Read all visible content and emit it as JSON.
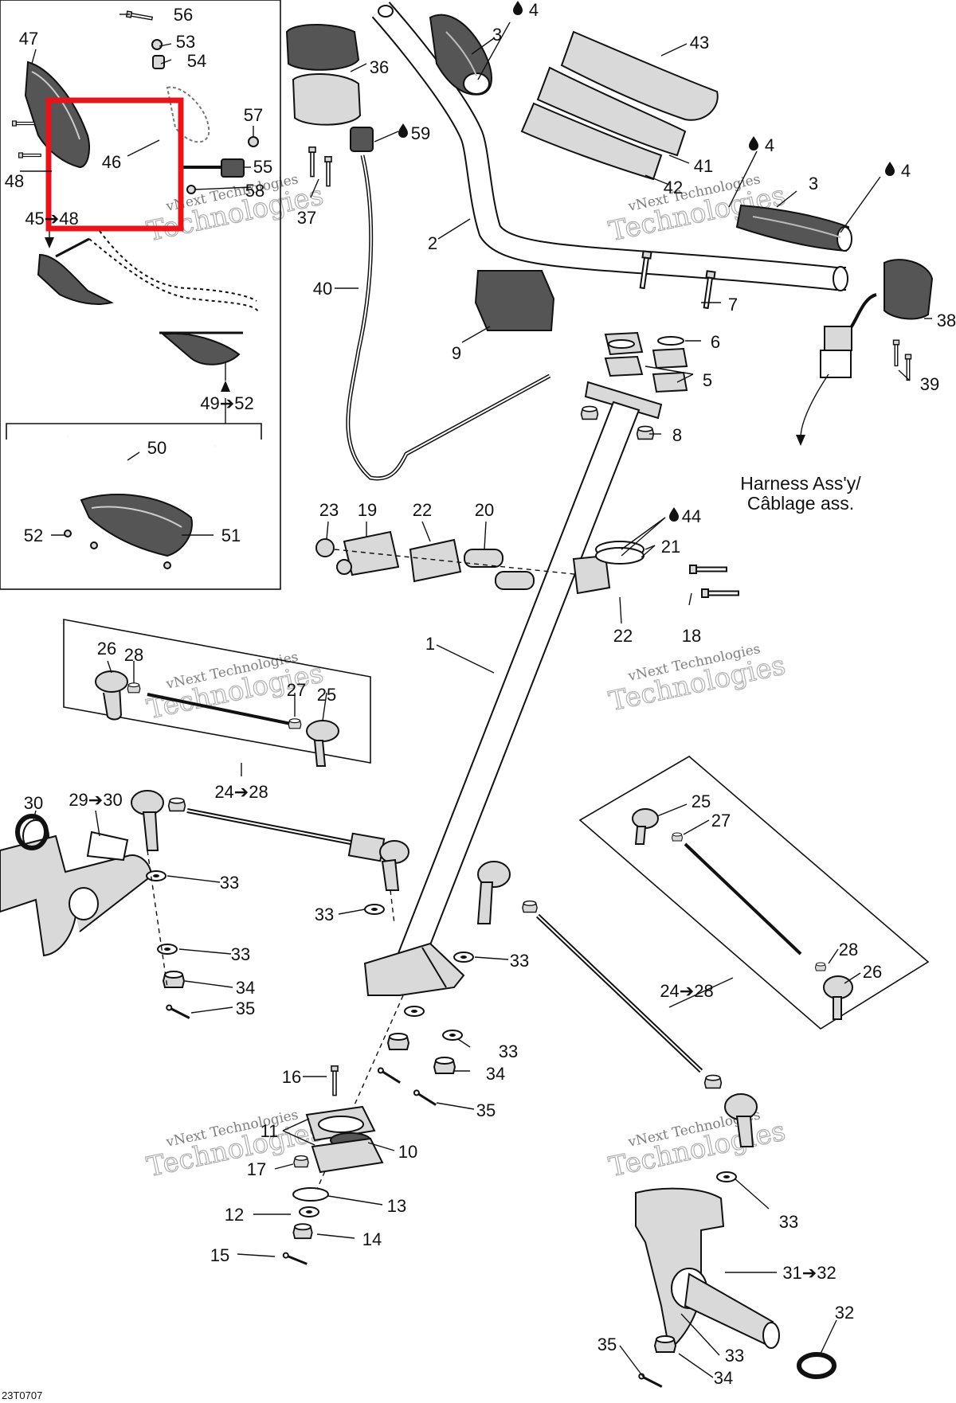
{
  "diagram_code": "23T0707",
  "highlight_color": "#e8141c",
  "ink_color": "#111111",
  "watermark_text_top": "vNext Technologies",
  "watermark_text_big": "Technologies",
  "harness_note": {
    "line1": "Harness Ass'y/",
    "line2": "Câblage ass."
  },
  "callouts": [
    {
      "id": "56",
      "text": "56"
    },
    {
      "id": "53",
      "text": "53"
    },
    {
      "id": "54",
      "text": "54"
    },
    {
      "id": "47",
      "text": "47"
    },
    {
      "id": "57",
      "text": "57"
    },
    {
      "id": "46",
      "text": "46"
    },
    {
      "id": "55",
      "text": "55"
    },
    {
      "id": "58",
      "text": "58"
    },
    {
      "id": "48",
      "text": "48"
    },
    {
      "id": "45-48",
      "text": "45➔48"
    },
    {
      "id": "49-52",
      "text": "49➔52"
    },
    {
      "id": "50",
      "text": "50"
    },
    {
      "id": "52",
      "text": "52"
    },
    {
      "id": "51",
      "text": "51"
    },
    {
      "id": "36",
      "text": "36"
    },
    {
      "id": "37",
      "text": "37"
    },
    {
      "id": "59",
      "text": "59"
    },
    {
      "id": "40",
      "text": "40"
    },
    {
      "id": "3a",
      "text": "3"
    },
    {
      "id": "4a",
      "text": "4"
    },
    {
      "id": "43",
      "text": "43"
    },
    {
      "id": "41",
      "text": "41"
    },
    {
      "id": "42",
      "text": "42"
    },
    {
      "id": "4b",
      "text": "4"
    },
    {
      "id": "3b",
      "text": "3"
    },
    {
      "id": "4c",
      "text": "4"
    },
    {
      "id": "2",
      "text": "2"
    },
    {
      "id": "7",
      "text": "7"
    },
    {
      "id": "38",
      "text": "38"
    },
    {
      "id": "9",
      "text": "9"
    },
    {
      "id": "6",
      "text": "6"
    },
    {
      "id": "5",
      "text": "5"
    },
    {
      "id": "39",
      "text": "39"
    },
    {
      "id": "8",
      "text": "8"
    },
    {
      "id": "44",
      "text": "44"
    },
    {
      "id": "21",
      "text": "21"
    },
    {
      "id": "23",
      "text": "23"
    },
    {
      "id": "19",
      "text": "19"
    },
    {
      "id": "22a",
      "text": "22"
    },
    {
      "id": "20",
      "text": "20"
    },
    {
      "id": "22b",
      "text": "22"
    },
    {
      "id": "18",
      "text": "18"
    },
    {
      "id": "1",
      "text": "1"
    },
    {
      "id": "26a",
      "text": "26"
    },
    {
      "id": "28a",
      "text": "28"
    },
    {
      "id": "27a",
      "text": "27"
    },
    {
      "id": "25a",
      "text": "25"
    },
    {
      "id": "24-28a",
      "text": "24➔28"
    },
    {
      "id": "30",
      "text": "30"
    },
    {
      "id": "29-30",
      "text": "29➔30"
    },
    {
      "id": "33a",
      "text": "33"
    },
    {
      "id": "33b",
      "text": "33"
    },
    {
      "id": "33c",
      "text": "33"
    },
    {
      "id": "34a",
      "text": "34"
    },
    {
      "id": "35a",
      "text": "35"
    },
    {
      "id": "33d",
      "text": "33"
    },
    {
      "id": "25b",
      "text": "25"
    },
    {
      "id": "27b",
      "text": "27"
    },
    {
      "id": "28b",
      "text": "28"
    },
    {
      "id": "26b",
      "text": "26"
    },
    {
      "id": "24-28b",
      "text": "24➔28"
    },
    {
      "id": "33e",
      "text": "33"
    },
    {
      "id": "34b",
      "text": "34"
    },
    {
      "id": "16",
      "text": "16"
    },
    {
      "id": "35b",
      "text": "35"
    },
    {
      "id": "11",
      "text": "11"
    },
    {
      "id": "10",
      "text": "10"
    },
    {
      "id": "17",
      "text": "17"
    },
    {
      "id": "13",
      "text": "13"
    },
    {
      "id": "12",
      "text": "12"
    },
    {
      "id": "14",
      "text": "14"
    },
    {
      "id": "15",
      "text": "15"
    },
    {
      "id": "33f",
      "text": "33"
    },
    {
      "id": "31-32",
      "text": "31➔32"
    },
    {
      "id": "32",
      "text": "32"
    },
    {
      "id": "35c",
      "text": "35"
    },
    {
      "id": "33g",
      "text": "33"
    },
    {
      "id": "34c",
      "text": "34"
    }
  ]
}
